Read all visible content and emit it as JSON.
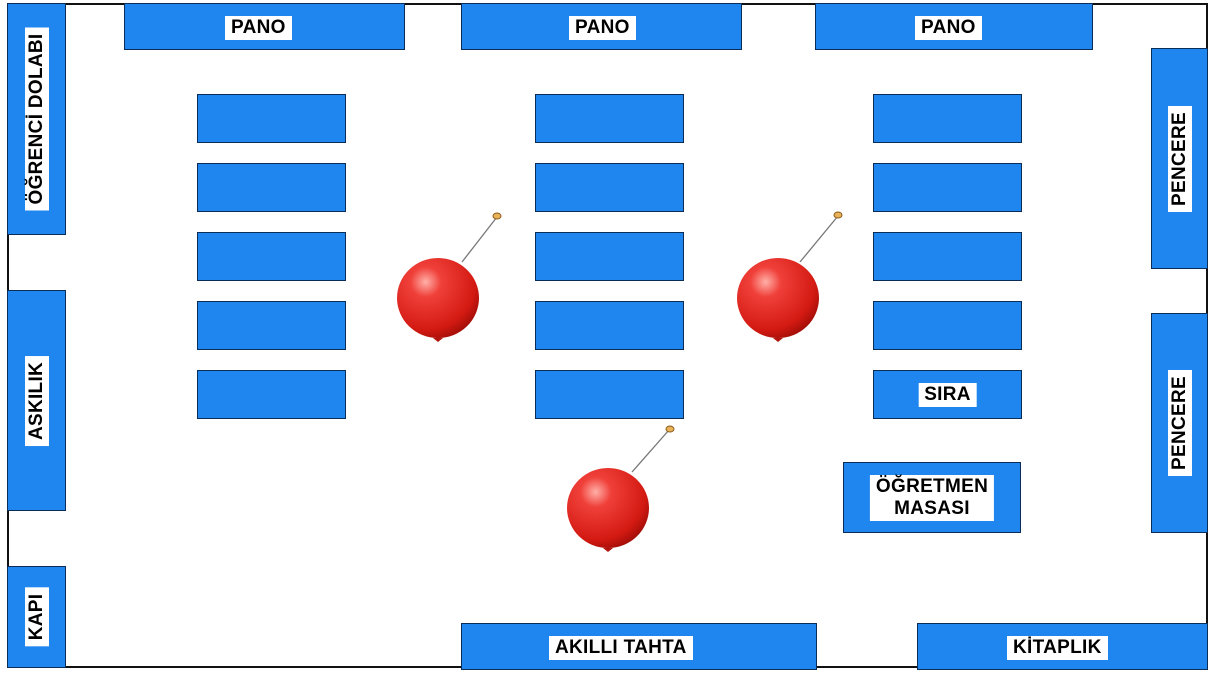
{
  "labels": {
    "board_1": "PANO",
    "board_2": "PANO",
    "board_3": "PANO",
    "student_locker": "ÖĞRENCİ DOLABI",
    "hanger": "ASKILIK",
    "door": "KAPI",
    "window_1": "PENCERE",
    "window_2": "PENCERE",
    "desk": "SIRA",
    "teacher_desk_line1": "ÖĞRETMEN",
    "teacher_desk_line2": "MASASI",
    "smart_board": "AKILLI TAHTA",
    "bookshelf": "KİTAPLIK"
  },
  "desk_columns": 3,
  "desks_per_column": [
    5,
    5,
    5
  ],
  "balloon_count": 3,
  "colors": {
    "furniture_fill": "#1f86ef",
    "furniture_border": "#0b2d55",
    "balloon": "#e0251b",
    "room_border": "#111111"
  }
}
